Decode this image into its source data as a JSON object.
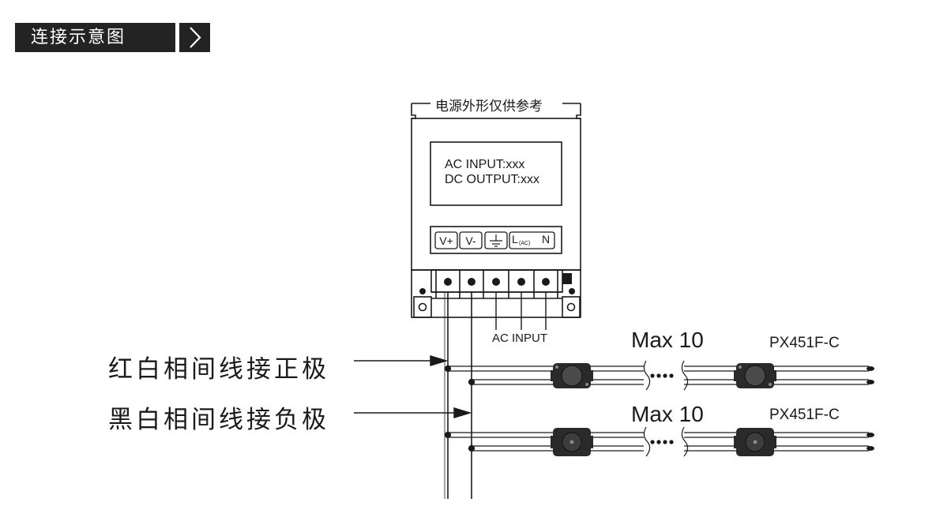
{
  "header": {
    "title": "连接示意图",
    "arrow_icon": "chevron-right-icon"
  },
  "power_supply": {
    "title": "电源外形仅供参考",
    "display_line1": "AC INPUT:xxx",
    "display_line2": "DC OUTPUT:xxx",
    "terminals": [
      "V+",
      "V-",
      "",
      "L",
      "N"
    ],
    "terminal_sub": "(AC)",
    "ac_input_label": "AC INPUT"
  },
  "wiring": {
    "positive_label": "红白相间线接正极",
    "negative_label": "黑白相间线接负极",
    "max_count_1": "Max 10",
    "max_count_2": "Max 10",
    "model_1": "PX451F-C",
    "model_2": "PX451F-C"
  },
  "colors": {
    "header_bg": "#232323",
    "line": "#1a1a1a"
  }
}
